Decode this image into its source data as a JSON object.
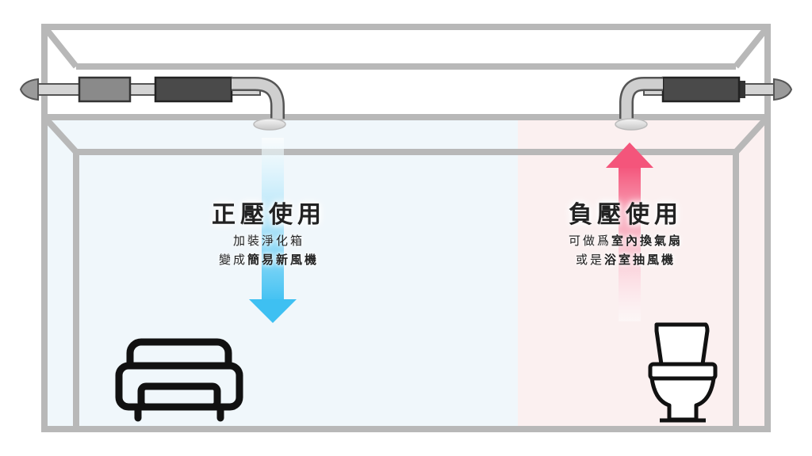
{
  "left_panel": {
    "title": "正壓使用",
    "line1": "加裝淨化箱",
    "line2_prefix": "變成",
    "line2_bold": "簡易新風機"
  },
  "right_panel": {
    "title": "負壓使用",
    "line1_prefix": "可做爲",
    "line1_bold": "室內換氣扇",
    "line2_prefix": "或是",
    "line2_bold": "浴室抽風機"
  },
  "icons": {
    "sofa": "sofa-icon",
    "toilet": "toilet-icon"
  },
  "colors": {
    "frame": "#b8b8b8",
    "positive_bg": "#f0f7fb",
    "negative_bg": "#fbf0f0",
    "positive_arrow": "#3ec0f2",
    "negative_arrow": "#f4557b",
    "fan_dark": "#4a4a4a",
    "fan_light": "#8a8a8a"
  }
}
